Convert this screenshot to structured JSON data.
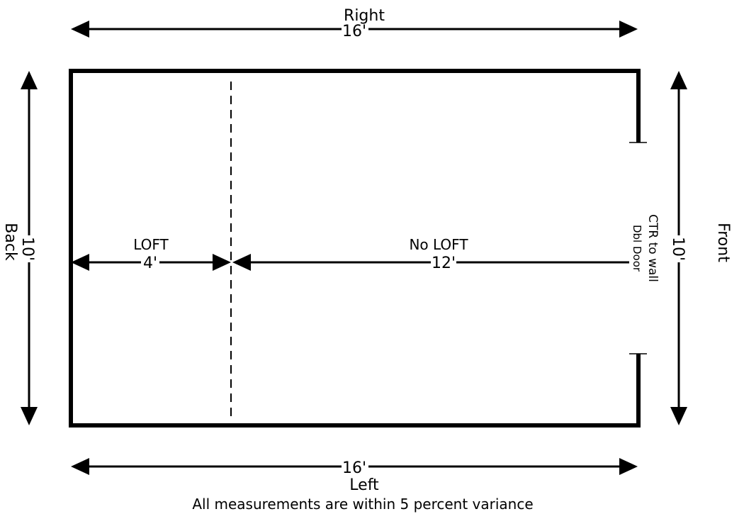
{
  "labels": {
    "right": "Right",
    "left": "Left",
    "back": "Back",
    "front": "Front"
  },
  "dimensions": {
    "top_length": "16'",
    "bottom_length": "16'",
    "back_width": "10'",
    "front_width": "10'",
    "loft_length": "4'",
    "no_loft_length": "12'"
  },
  "zones": {
    "loft": "LOFT",
    "no_loft": "No LOFT"
  },
  "door": {
    "center_note": "CTR to wall",
    "type": "Dbl Door"
  },
  "footnote": "All measurements are within 5 percent variance"
}
